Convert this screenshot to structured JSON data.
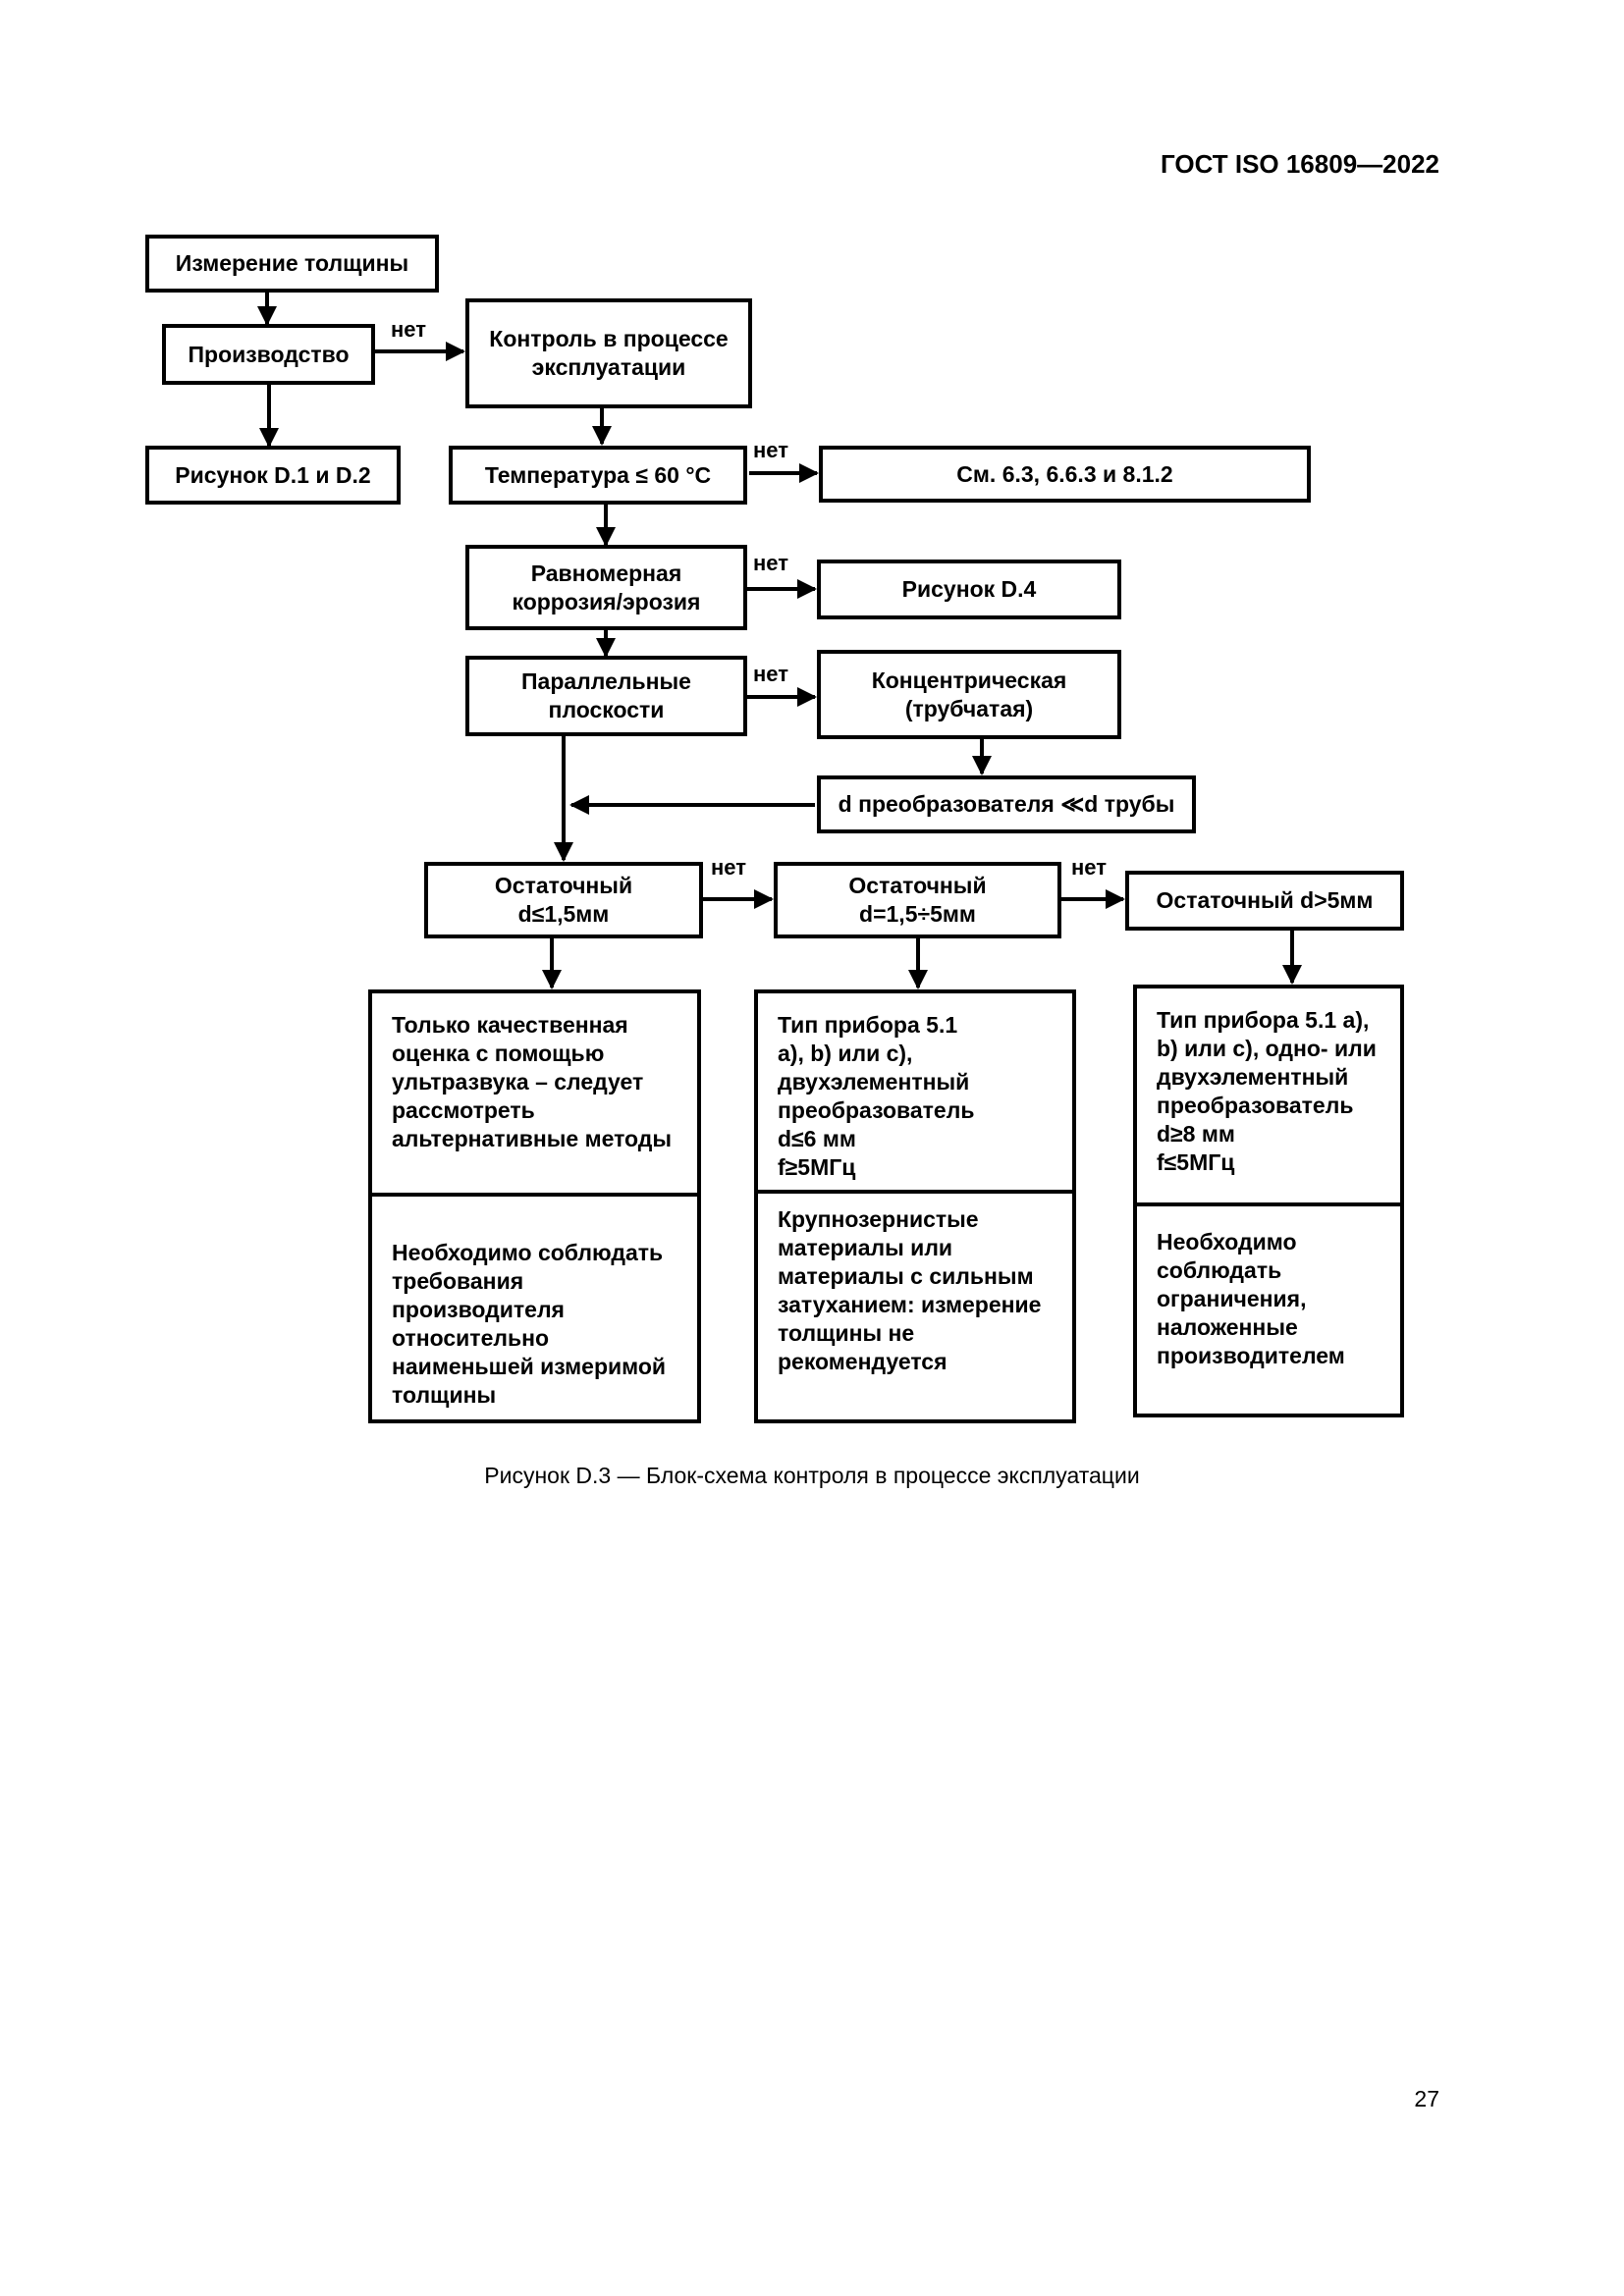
{
  "header": {
    "standard": "ГОСТ ISO 16809—2022"
  },
  "diagram": {
    "nodes": {
      "thickness": "Измерение толщины",
      "production": "Производство",
      "inservice": "Контроль в процессе\nэксплуатации",
      "figD12": "Рисунок D.1 и D.2",
      "temperature": "Температура ≤ 60 °С",
      "see": "См. 6.3, 6.6.3 и 8.1.2",
      "uniform": "Равномерная\nкоррозия/эрозия",
      "figD4": "Рисунок D.4",
      "parallel": "Параллельные\nплоскости",
      "concentric": "Концентрическая\n(трубчатая)",
      "dprobe": "d преобразователя ≪d трубы",
      "res1": "Остаточный\nd≤1,5мм",
      "res2": "Остаточный\nd=1,5÷5мм",
      "res3": "Остаточный d>5мм"
    },
    "details": {
      "col1_top": "Только  качественная\nоценка  с  помощью\nультразвука – следует\nрассмотреть\nальтернативные методы",
      "col1_bottom": "Необходимо соблюдать\nтребования\nпроизводителя\nотносительно\nнаименьшей измеримой\nтолщины",
      "col2_top": "Тип прибора 5.1\nа), b)  или с),\nдвухэлементный\nпреобразователь\nd≤6 мм\nf≥5МГц",
      "col2_bottom": "Крупнозернистые\nматериалы или\nматериалы с сильным\nзатуханием: измерение\nтолщины  не\nрекомендуется",
      "col3_top": "Тип прибора 5.1 а),\nb) или с), одно- или\nдвухэлементный\nпреобразователь\nd≥8 мм\nf≤5МГц",
      "col3_bottom": "Необходимо\nсоблюдать\nограничения,\nналоженные\nпроизводителем"
    },
    "no_label": "нет"
  },
  "caption": "Рисунок D.3 — Блок-схема контроля в процессе эксплуатации",
  "page_number": "27"
}
